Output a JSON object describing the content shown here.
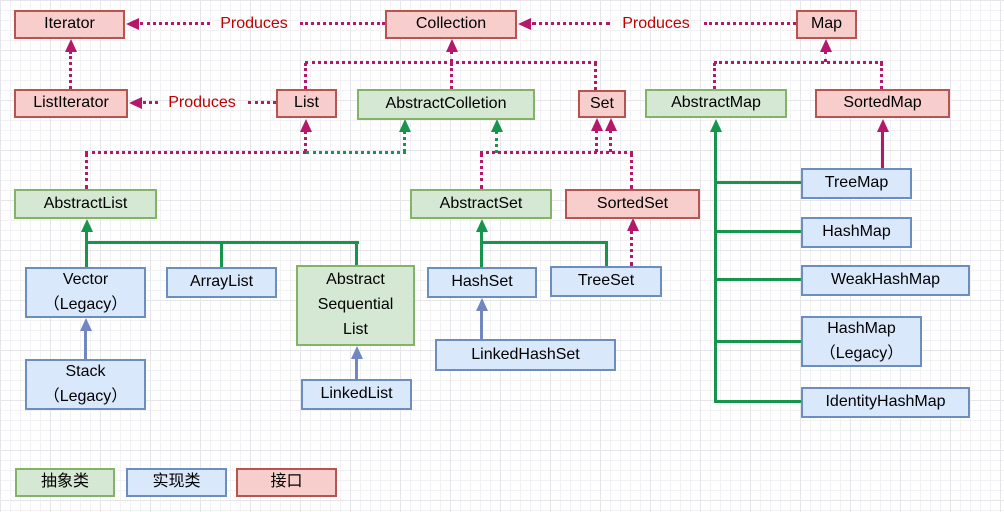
{
  "produces_label": "Produces",
  "nodes": {
    "iterator": {
      "label": "Iterator",
      "type": "interface"
    },
    "collection": {
      "label": "Collection",
      "type": "interface"
    },
    "map": {
      "label": "Map",
      "type": "interface"
    },
    "listIterator": {
      "label": "ListIterator",
      "type": "interface"
    },
    "list": {
      "label": "List",
      "type": "interface"
    },
    "abstractColletion": {
      "label": "AbstractColletion",
      "type": "abstract"
    },
    "set": {
      "label": "Set",
      "type": "interface"
    },
    "abstractMap": {
      "label": "AbstractMap",
      "type": "abstract"
    },
    "sortedMap": {
      "label": "SortedMap",
      "type": "interface"
    },
    "abstractList": {
      "label": "AbstractList",
      "type": "abstract"
    },
    "abstractSet": {
      "label": "AbstractSet",
      "type": "abstract"
    },
    "sortedSet": {
      "label": "SortedSet",
      "type": "interface"
    },
    "treeMap": {
      "label": "TreeMap",
      "type": "implementation"
    },
    "vector": {
      "label": "Vector\n（Legacy）",
      "type": "implementation"
    },
    "arrayList": {
      "label": "ArrayList",
      "type": "implementation"
    },
    "abstractSequentialList": {
      "label": "Abstract\nSequential\nList",
      "type": "abstract"
    },
    "hashSet": {
      "label": "HashSet",
      "type": "implementation"
    },
    "treeSet": {
      "label": "TreeSet",
      "type": "implementation"
    },
    "hashMap": {
      "label": "HashMap",
      "type": "implementation"
    },
    "weakHashMap": {
      "label": "WeakHashMap",
      "type": "implementation"
    },
    "stack": {
      "label": "Stack\n（Legacy）",
      "type": "implementation"
    },
    "linkedList": {
      "label": "LinkedList",
      "type": "implementation"
    },
    "linkedHashSet": {
      "label": "LinkedHashSet",
      "type": "implementation"
    },
    "hashMapLegacy": {
      "label": "HashMap\n（Legacy）",
      "type": "implementation"
    },
    "identityHashMap": {
      "label": "IdentityHashMap",
      "type": "implementation"
    }
  },
  "legend": {
    "abstract": {
      "label": "抽象类"
    },
    "implementation": {
      "label": "实现类"
    },
    "interface": {
      "label": "接口"
    }
  },
  "colors": {
    "interface_fill": "#f8cecc",
    "interface_stroke": "#b85450",
    "abstract_fill": "#d5e8d4",
    "abstract_stroke": "#82b366",
    "implementation_fill": "#dae8fc",
    "implementation_stroke": "#6c8ebf",
    "magenta_edge": "#b5176b",
    "green_edge": "#17954d",
    "blue_edge": "#7286bf",
    "produces_text": "#c00000"
  }
}
